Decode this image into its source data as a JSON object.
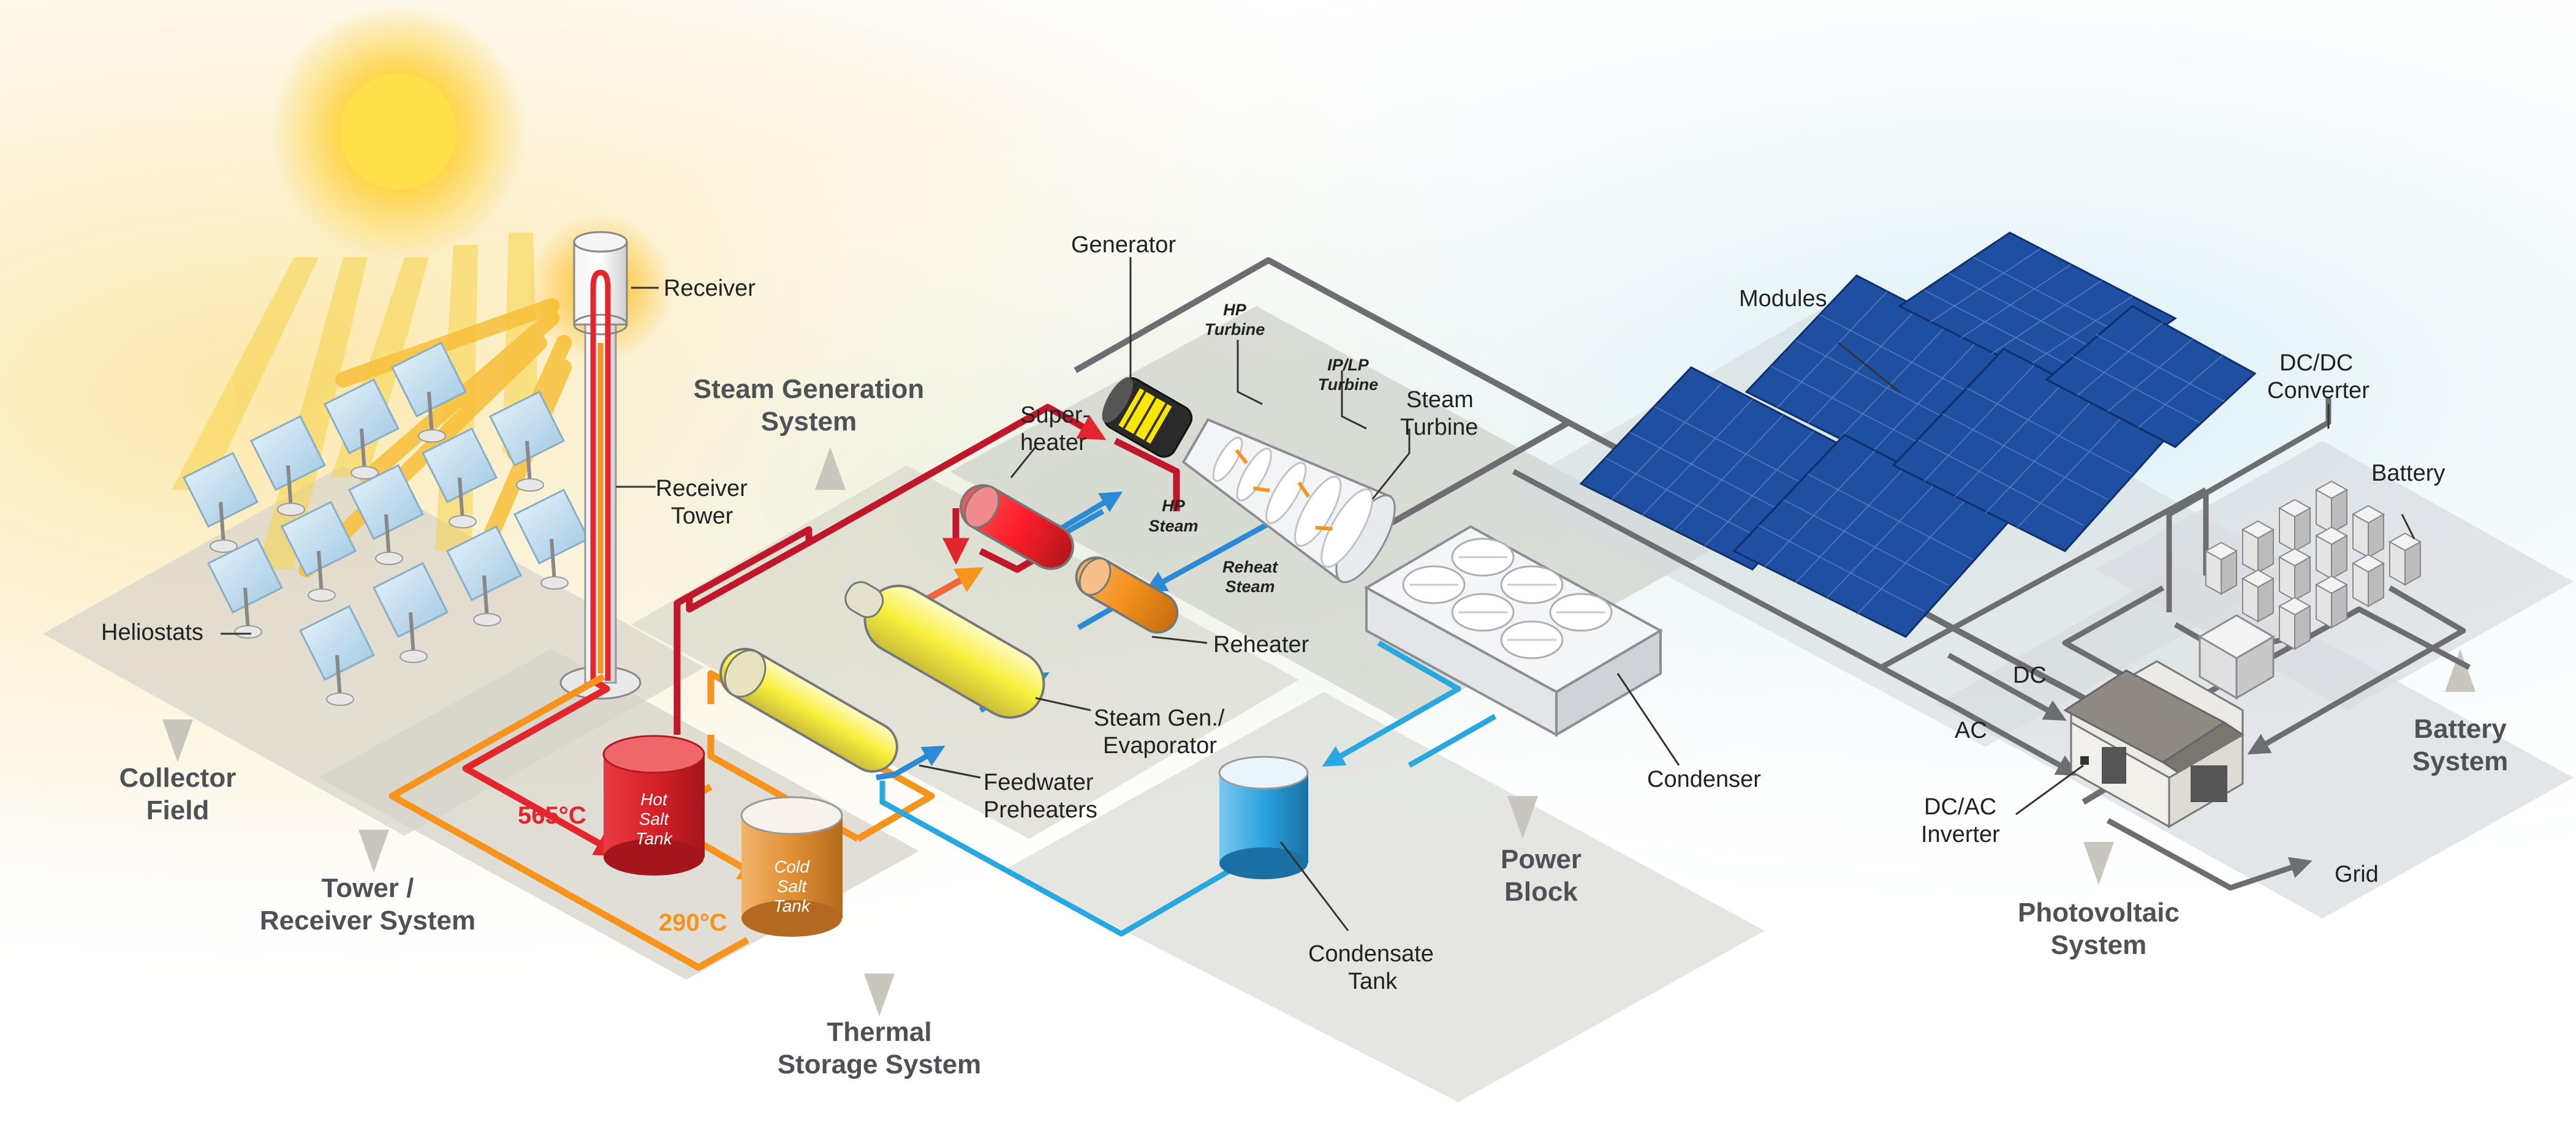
{
  "components": {
    "receiver": "Receiver",
    "receiver_tower_1": "Receiver",
    "receiver_tower_2": "Tower",
    "heliostats": "Heliostats",
    "generator": "Generator",
    "hp_turbine_1": "HP",
    "hp_turbine_2": "Turbine",
    "iplp_turbine_1": "IP/LP",
    "iplp_turbine_2": "Turbine",
    "steam_turbine_1": "Steam",
    "steam_turbine_2": "Turbine",
    "superheater_1": "Super-",
    "superheater_2": "heater",
    "hp_steam_1": "HP",
    "hp_steam_2": "Steam",
    "reheat_steam_1": "Reheat",
    "reheat_steam_2": "Steam",
    "reheater": "Reheater",
    "steam_gen_1": "Steam Gen./",
    "steam_gen_2": "Evaporator",
    "feedwater_1": "Feedwater",
    "feedwater_2": "Preheaters",
    "condenser": "Condenser",
    "condensate_tank_1": "Condensate",
    "condensate_tank_2": "Tank",
    "hot_tank_1": "Hot",
    "hot_tank_2": "Salt",
    "hot_tank_3": "Tank",
    "cold_tank_1": "Cold",
    "cold_tank_2": "Salt",
    "cold_tank_3": "Tank",
    "hot_temp": "565°C",
    "cold_temp": "290°C",
    "modules": "Modules",
    "dcdc_1": "DC/DC",
    "dcdc_2": "Converter",
    "battery": "Battery",
    "dc": "DC",
    "ac": "AC",
    "inverter_1": "DC/AC",
    "inverter_2": "Inverter",
    "grid": "Grid"
  },
  "systems": {
    "collector_field_1": "Collector",
    "collector_field_2": "Field",
    "tower_receiver_1": "Tower /",
    "tower_receiver_2": "Receiver System",
    "steam_generation_1": "Steam Generation",
    "steam_generation_2": "System",
    "thermal_storage_1": "Thermal",
    "thermal_storage_2": "Storage System",
    "power_block_1": "Power",
    "power_block_2": "Block",
    "photovoltaic_1": "Photovoltaic",
    "photovoltaic_2": "System",
    "battery_system_1": "Battery",
    "battery_system_2": "System"
  },
  "colors": {
    "hot_salt": "#e3262d",
    "cold_salt": "#f7941d",
    "steam": "#2b8ad6",
    "condensate": "#29a8e0",
    "electric_line": "#6d6e71",
    "sun": "#ffd23f",
    "pv_panel": "#1f4fa0"
  }
}
